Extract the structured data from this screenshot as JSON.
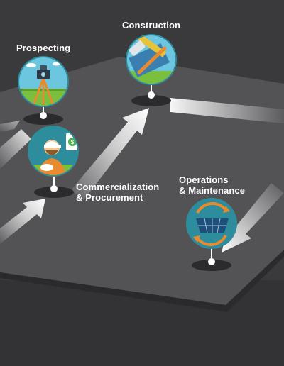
{
  "stages": [
    {
      "id": "prospecting",
      "label": "Prospecting",
      "icon": "survey-theodolite-icon"
    },
    {
      "id": "construction",
      "label": "Construction",
      "icon": "hammer-ruler-blueprint-icon"
    },
    {
      "id": "commercialization",
      "label": "Commercialization\n& Procurement",
      "icon": "worker-with-price-tag-icon"
    },
    {
      "id": "operations",
      "label": "Operations\n& Maintenance",
      "icon": "solar-panel-cycle-icon"
    }
  ],
  "colors": {
    "background": "#3a3a3c",
    "platform": "#535356",
    "platform_edge": "#2b2b2d",
    "arrow": "#e8e8e8",
    "icon_ring": "#2e8d9c",
    "icon_fill": "#1f6f7d",
    "sky": "#6cc6e0",
    "grass": "#7bbf3e",
    "orange": "#e98a2e",
    "label_text": "#ffffff"
  }
}
